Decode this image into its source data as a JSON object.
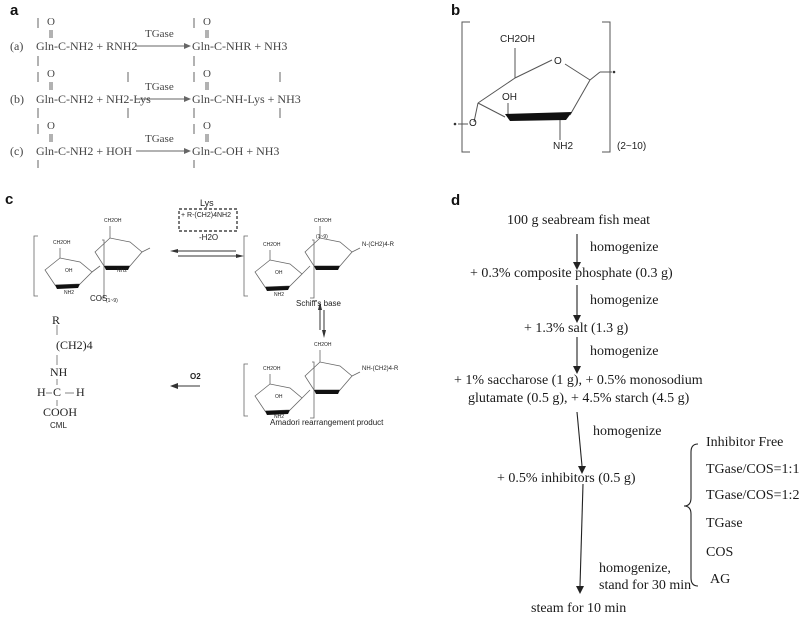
{
  "panel_a": {
    "label": "a",
    "reactions": [
      {
        "id": "(a)",
        "reactant": "Gln-C-NH2 + RNH2",
        "enzyme": "TGase",
        "product": "Gln-C-NHR + NH3"
      },
      {
        "id": "(b)",
        "reactant": "Gln-C-NH2 + NH2-Lys",
        "enzyme": "TGase",
        "product": "Gln-C-NH-Lys + NH3"
      },
      {
        "id": "(c)",
        "reactant": "Gln-C-NH2 + HOH",
        "enzyme": "TGase",
        "product": "Gln-C-OH + NH3"
      }
    ],
    "carbonyl_o": "O"
  },
  "panel_b": {
    "label": "b",
    "ch2oh": "CH2OH",
    "ring_o": "O",
    "oh": "OH",
    "nh2": "NH2",
    "link_o": "O",
    "repeat": "(2~10)"
  },
  "panel_c": {
    "label": "c",
    "lys": "Lys",
    "reagent": "+ R-(CH2)4NH2",
    "water": "-H2O",
    "cos": "COS",
    "schiff": "Schiff's base",
    "amadori": "Amadori rearrangement product",
    "cml": "CML",
    "o2": "O2",
    "r": "R",
    "ch2n": "(CH2)4",
    "nh": "NH",
    "h_left": "H",
    "c": "C",
    "h_right": "H",
    "cooh": "COOH",
    "n_chain": "N-(CH2)4-R",
    "nh_chain": "NH-(CH2)4-R",
    "repeat": "(1~9)",
    "ch2oh": "CH2OH",
    "oh": "OH",
    "nh2": "NH2"
  },
  "panel_d": {
    "label": "d",
    "steps": [
      "100 g seabream fish meat",
      "+ 0.3% composite phosphate (0.3 g)",
      "+ 1.3% salt (1.3 g)",
      "+ 1% saccharose (1 g), + 0.5% monosodium",
      "glutamate (0.5 g), + 4.5% starch (4.5 g)",
      "+ 0.5% inhibitors (0.5 g)",
      "steam for 10 min"
    ],
    "arrow_labels": [
      "homogenize",
      "homogenize",
      "homogenize",
      "homogenize",
      "homogenize,",
      "stand for 30 min"
    ],
    "inhibitors": [
      "Inhibitor Free",
      "TGase/COS=1:1",
      "TGase/COS=1:2",
      "TGase",
      "COS",
      "AG"
    ]
  }
}
